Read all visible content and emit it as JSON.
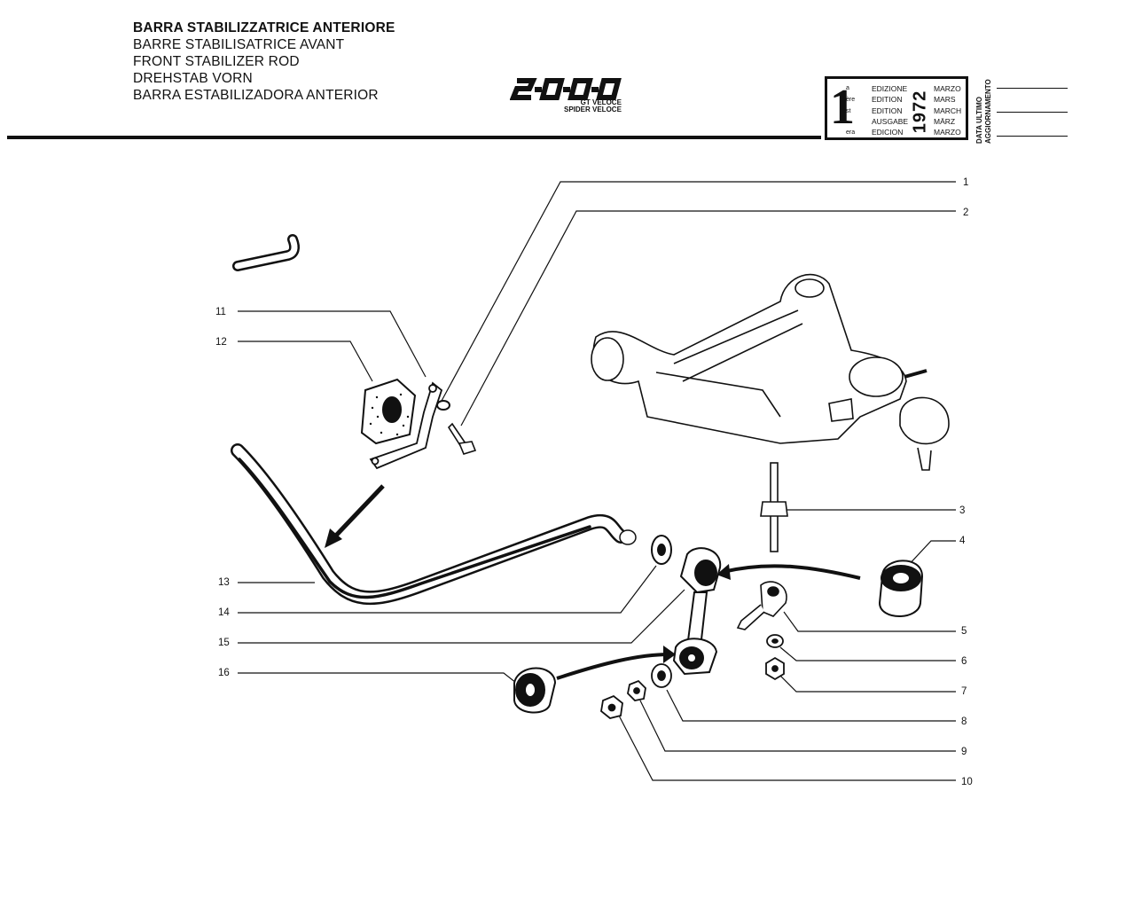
{
  "header": {
    "titles": [
      "BARRA STABILIZZATRICE ANTERIORE",
      "BARRE STABILISATRICE AVANT",
      "FRONT STABILIZER ROD",
      "DREHSTAB VORN",
      "BARRA ESTABILIZADORA ANTERIOR"
    ],
    "logo_text": "2000",
    "models": [
      "GT VELOCE",
      "SPIDER VELOCE"
    ]
  },
  "edition": {
    "number": "1",
    "suffixes": [
      "a",
      "ère",
      "st",
      ".",
      "era"
    ],
    "words": [
      "EDIZIONE",
      "EDITION",
      "EDITION",
      "AUSGABE",
      "EDICION"
    ],
    "months": [
      "MARZO",
      "MARS",
      "MARCH",
      "MÄRZ",
      "MARZO"
    ],
    "year": "1972"
  },
  "update": {
    "line1": "DATA ULTIMO",
    "line2": "AGGIORNAMENTO"
  },
  "callouts": [
    "1",
    "2",
    "3",
    "4",
    "5",
    "6",
    "7",
    "8",
    "9",
    "10",
    "11",
    "12",
    "13",
    "14",
    "15",
    "16"
  ],
  "colors": {
    "ink": "#111111",
    "paper": "#ffffff"
  }
}
